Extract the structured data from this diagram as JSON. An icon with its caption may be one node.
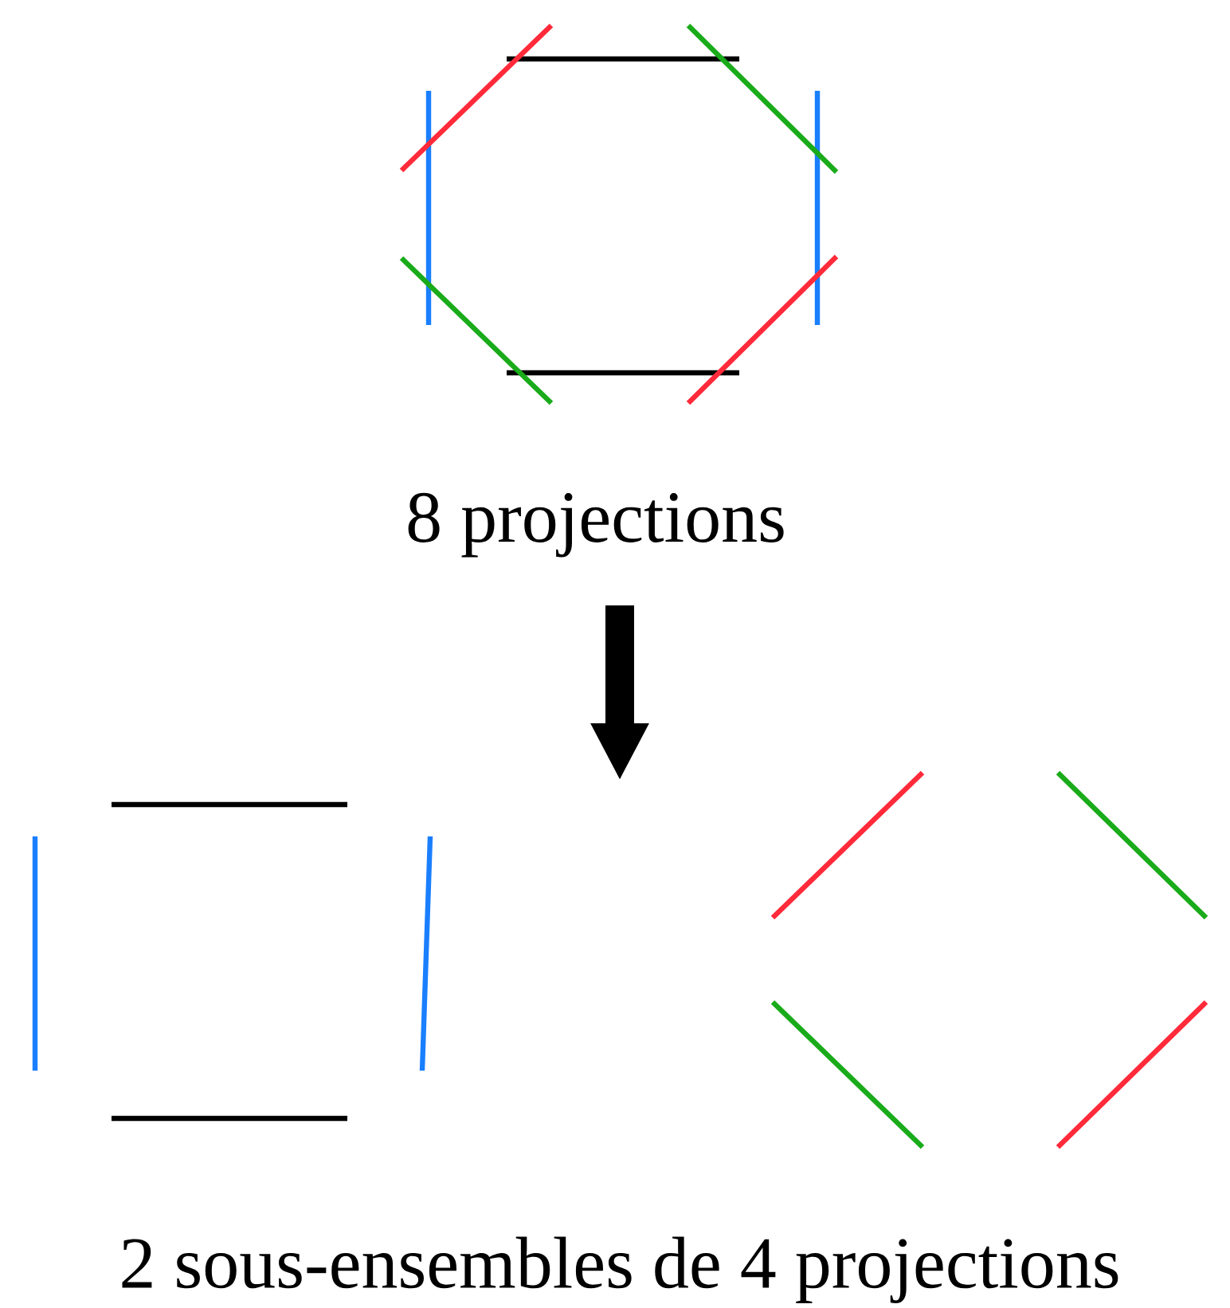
{
  "diagram": {
    "nodes": [
      {
        "text": [
          "8 projections"
        ]
      },
      {
        "text": [
          "2 sous-ensembles de 4 projections"
        ]
      }
    ],
    "edges": [
      {
        "from": 0,
        "to": 1,
        "arrow": "to"
      }
    ]
  }
}
